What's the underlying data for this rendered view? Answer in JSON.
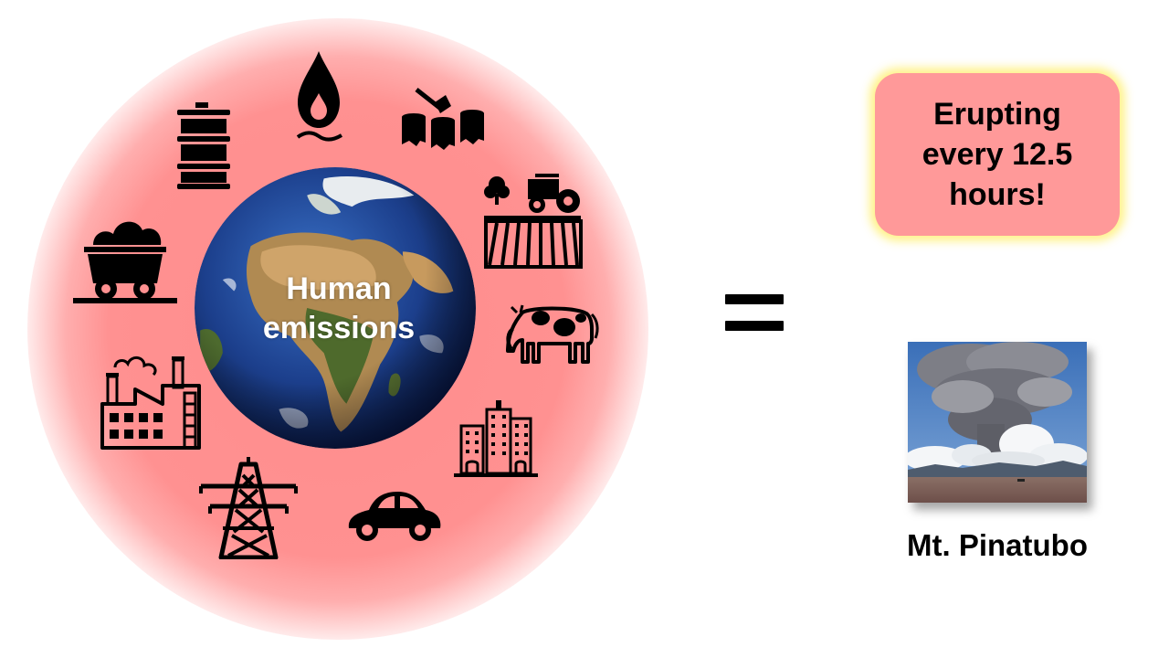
{
  "globe": {
    "label_line1": "Human",
    "label_line2": "emissions"
  },
  "icons": [
    "oil-drop-icon",
    "oil-barrel-icon",
    "deforestation-icon",
    "coal-cart-icon",
    "farm-tractor-icon",
    "cow-icon",
    "factory-icon",
    "city-buildings-icon",
    "power-pylon-icon",
    "car-icon"
  ],
  "callout": {
    "line1": "Erupting",
    "line2": "every 12.5",
    "line3": "hours!"
  },
  "photo": {
    "caption": "Mt. Pinatubo"
  },
  "colors": {
    "halo": "#ff9191",
    "callout_fill": "#ff9999",
    "callout_glow": "#fff078",
    "text_dark": "#000000",
    "text_light": "#ffffff"
  }
}
